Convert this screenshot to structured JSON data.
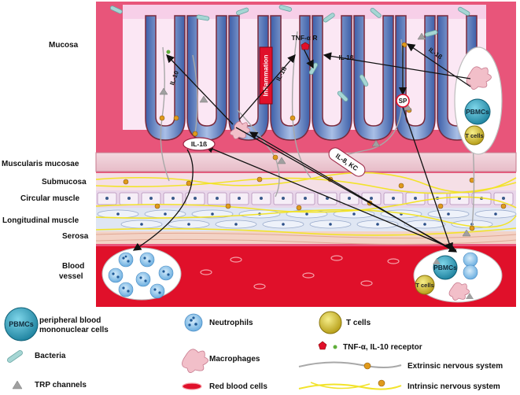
{
  "layers": {
    "mucosa": "Mucosa",
    "muscularis": "Muscularis mucosae",
    "submucosa": "Submucosa",
    "circular": "Circular muscle",
    "longitudinal": "Longitudinal muscle",
    "serosa": "Serosa",
    "blood_line1": "Blood",
    "blood_line2": "vessel"
  },
  "labels": {
    "inflammation": "Inflammation",
    "tnf_r": "TNF-α R",
    "il10": "IL-10",
    "il1b_a": "IL-1ß",
    "il1b_b": "IL-1ß",
    "il1b_c": "IL-1ß",
    "il1b_box": "IL-1ß",
    "sp": "SP",
    "il8kc": "IL-8, KC",
    "pbmcs": "PBMCs",
    "tcells": "T cells"
  },
  "legend": {
    "pbmc_icon": "PBMCs",
    "pbmc_line1": "peripheral blood",
    "pbmc_line2": "mononuclear cells",
    "bacteria": "Bacteria",
    "trp": "TRP channels",
    "neutrophils": "Neutrophils",
    "macrophages": "Macrophages",
    "rbc": "Red blood cells",
    "tcells": "T cells",
    "tnf_receptor": "TNF-α, IL-10 receptor",
    "extrinsic": "Extrinsic nervous system",
    "intrinsic": "Intrinsic nervous system"
  },
  "colors": {
    "tissue_pink": "#e8557a",
    "lumen": "#fbe7f4",
    "blood": "#e0102a",
    "villus_blue": "#4b73b6",
    "intrinsic_nerve": "#f2e32a",
    "extrinsic_nerve": "#a8a8a8",
    "nerve_node": "#e09a1c"
  }
}
